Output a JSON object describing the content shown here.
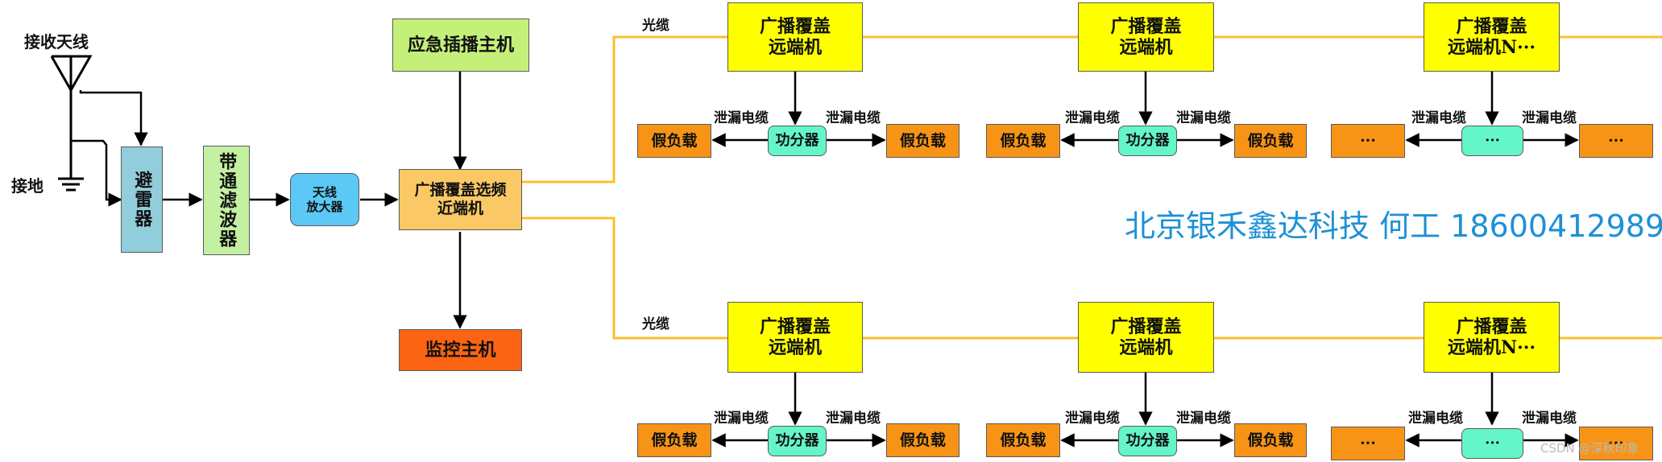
{
  "labels": {
    "antenna": "接收天线",
    "ground": "接地",
    "fiber_top": "光缆",
    "fiber_bottom": "光缆",
    "leaky": "泄漏电缆"
  },
  "nodes": {
    "lightning_arrester": "避雷器",
    "bandpass_filter": "带通滤波器",
    "antenna_amplifier": "天线\n放大器",
    "near_end": "广播覆盖选频\n近端机",
    "emergency_host": "应急插播主机",
    "monitor_host": "监控主机",
    "remote": "广播覆盖\n远端机",
    "remote_n": "广播覆盖\n远端机N···",
    "splitter": "功分器",
    "dummy_load": "假负载",
    "ellipsis": "···"
  },
  "colors": {
    "arrester": "#92cddc",
    "filter": "#c4f0a2",
    "amplifier": "#5bc8f5",
    "near_end": "#fac864",
    "emergency": "#c4f07a",
    "monitor": "#fb6412",
    "remote": "#ffff00",
    "splitter": "#64f5c8",
    "load": "#f79416",
    "fiber": "#fbbf30",
    "watermark": "#1e90d6"
  },
  "watermark": "北京银禾鑫达科技  何工 18600412989",
  "csdn": "CSDN @深秋印象"
}
